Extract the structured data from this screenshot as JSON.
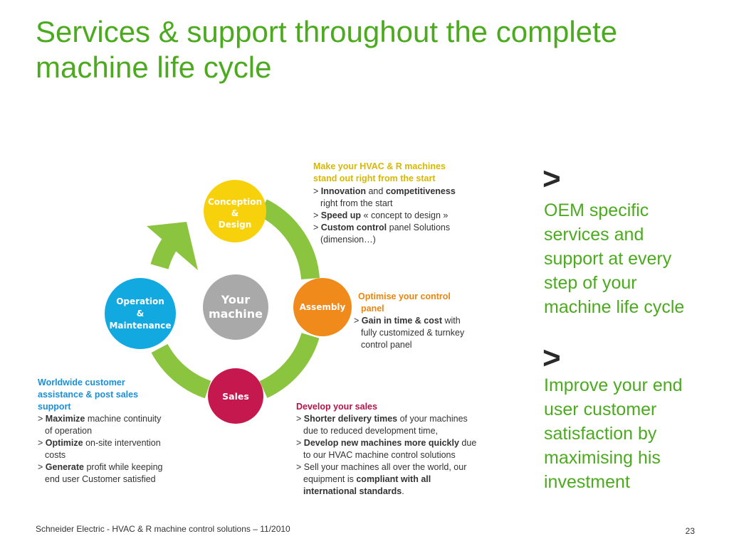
{
  "title": "Services & support throughout the complete machine life cycle",
  "cycle": {
    "center": [
      "Your",
      "machine"
    ],
    "conception": [
      "Conception",
      "&",
      "Design"
    ],
    "assembly": [
      "Assembly"
    ],
    "sales": [
      "Sales"
    ],
    "operation": [
      "Operation",
      "&",
      "Maintenance"
    ]
  },
  "colors": {
    "green": "#4caa1f",
    "arc": "#8bc53f",
    "conception": "#f7d10b",
    "assembly": "#f08a1a",
    "sales": "#c4184f",
    "operation": "#12a9e1",
    "center": "#a9a9a9"
  },
  "conception_block": {
    "head1": "Make your HVAC & R machines",
    "head2": "stand out right from the start",
    "i1_bold1": "Innovation",
    "i1_mid": " and ",
    "i1_bold2": "competitiveness",
    "i1_rest": "right from the start",
    "i2_bold": "Speed up",
    "i2_rest": " « concept to design »",
    "i3_bold": "Custom control",
    "i3_rest": " panel Solutions",
    "i3_rest2": "(dimension…)"
  },
  "assembly_block": {
    "head1": "Optimise your control",
    "head2": "panel",
    "i1_bold": "Gain in time & cost",
    "i1_rest": " with",
    "i1_rest2": "fully customized & turnkey",
    "i1_rest3": "control panel"
  },
  "operation_block": {
    "head1": "Worldwide customer",
    "head2": "assistance & post sales",
    "head3": "support",
    "i1_bold": "Maximize",
    "i1_rest": " machine continuity",
    "i1_rest2": "of operation",
    "i2_bold": "Optimize",
    "i2_rest": " on-site intervention",
    "i2_rest2": "costs",
    "i3_bold": "Generate",
    "i3_rest": " profit while keeping",
    "i3_rest2": "end user Customer satisfied"
  },
  "sales_block": {
    "head": "Develop your sales",
    "i1_bold": "Shorter delivery times",
    "i1_rest": " of your machines",
    "i1_rest2": "due to reduced development time,",
    "i2_bold": "Develop new machines more quickly",
    "i2_rest": " due",
    "i2_rest2": "to our HVAC machine control solutions",
    "i3_rest": "Sell your machines all over the world, our",
    "i3_rest2a": "equipment is ",
    "i3_bold": "compliant with all",
    "i3_bold2": "international standards",
    "i3_end": "."
  },
  "side1": {
    "chevron": ">",
    "lines": [
      "OEM specific",
      "services and",
      "support at every",
      "step of your",
      "machine life cycle"
    ]
  },
  "side2": {
    "chevron": ">",
    "lines": [
      "Improve your end",
      "user customer",
      "satisfaction by",
      "maximising his",
      "investment"
    ]
  },
  "bullet": ">",
  "footer": "Schneider Electric - HVAC & R machine control solutions – 11/2010",
  "page_number": "23"
}
